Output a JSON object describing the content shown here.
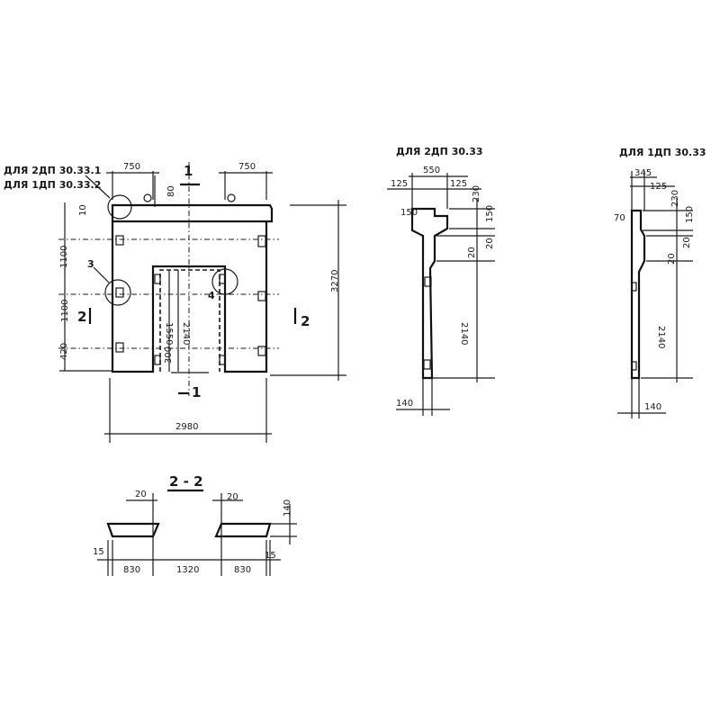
{
  "callout": {
    "line1": "ДЛЯ 2ДП 30.33.1",
    "line2": "ДЛЯ 1ДП 30.33.2"
  },
  "front_view": {
    "dim_top_left": "750",
    "dim_top_right": "750",
    "dim_top_80": "80",
    "dim_left_10": "10",
    "dim_left_1100a": "1100",
    "dim_left_1100b": "1100",
    "dim_left_420": "420",
    "dim_inner_1550": "1550",
    "dim_inner_2140": "2140",
    "dim_inner_300": "300",
    "dim_height_3270": "3270",
    "dim_width_2980": "2980",
    "section_1_top": "1",
    "section_1_bottom": "1",
    "section_2_left": "2",
    "section_2_right": "2",
    "node_3": "3",
    "node_4": "4"
  },
  "section_2dp": {
    "title": "ДЛЯ 2ДП 30.33",
    "dim_550": "550",
    "dim_125a": "125",
    "dim_125b": "125",
    "dim_230": "230",
    "dim_150_left": "150",
    "dim_150_right": "150",
    "dim_20a": "20",
    "dim_20b": "20",
    "dim_2140": "2140",
    "dim_140": "140"
  },
  "section_1dp": {
    "title": "ДЛЯ 1ДП 30.33",
    "dim_345": "345",
    "dim_125": "125",
    "dim_230": "230",
    "dim_70": "70",
    "dim_150": "150",
    "dim_20a": "20",
    "dim_20b": "20",
    "dim_2140": "2140",
    "dim_140": "140"
  },
  "section_2_2": {
    "title": "2 - 2",
    "dim_20_left": "20",
    "dim_20_right": "20",
    "dim_140": "140",
    "dim_15_left": "15",
    "dim_15_right": "15",
    "dim_830_left": "830",
    "dim_1320": "1320",
    "dim_830_right": "830"
  }
}
